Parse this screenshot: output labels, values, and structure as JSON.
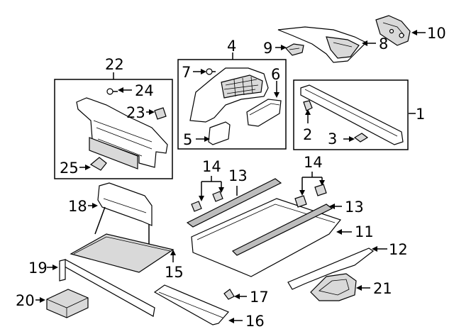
{
  "callouts": [
    {
      "id": "c1",
      "text": "1"
    },
    {
      "id": "c2",
      "text": "2"
    },
    {
      "id": "c3",
      "text": "3"
    },
    {
      "id": "c4",
      "text": "4"
    },
    {
      "id": "c5",
      "text": "5"
    },
    {
      "id": "c6",
      "text": "6"
    },
    {
      "id": "c7",
      "text": "7"
    },
    {
      "id": "c8",
      "text": "8"
    },
    {
      "id": "c9",
      "text": "9"
    },
    {
      "id": "c10",
      "text": "10"
    },
    {
      "id": "c11",
      "text": "11"
    },
    {
      "id": "c12",
      "text": "12"
    },
    {
      "id": "c13a",
      "text": "13"
    },
    {
      "id": "c13b",
      "text": "13"
    },
    {
      "id": "c14a",
      "text": "14"
    },
    {
      "id": "c14b",
      "text": "14"
    },
    {
      "id": "c15",
      "text": "15"
    },
    {
      "id": "c16",
      "text": "16"
    },
    {
      "id": "c17",
      "text": "17"
    },
    {
      "id": "c18",
      "text": "18"
    },
    {
      "id": "c19",
      "text": "19"
    },
    {
      "id": "c20",
      "text": "20"
    },
    {
      "id": "c21",
      "text": "21"
    },
    {
      "id": "c22",
      "text": "22"
    },
    {
      "id": "c23",
      "text": "23"
    },
    {
      "id": "c24",
      "text": "24"
    },
    {
      "id": "c25",
      "text": "25"
    }
  ],
  "colors": {
    "line": "#000000",
    "fill": "#ffffff",
    "shade": "#d9d9d9"
  }
}
